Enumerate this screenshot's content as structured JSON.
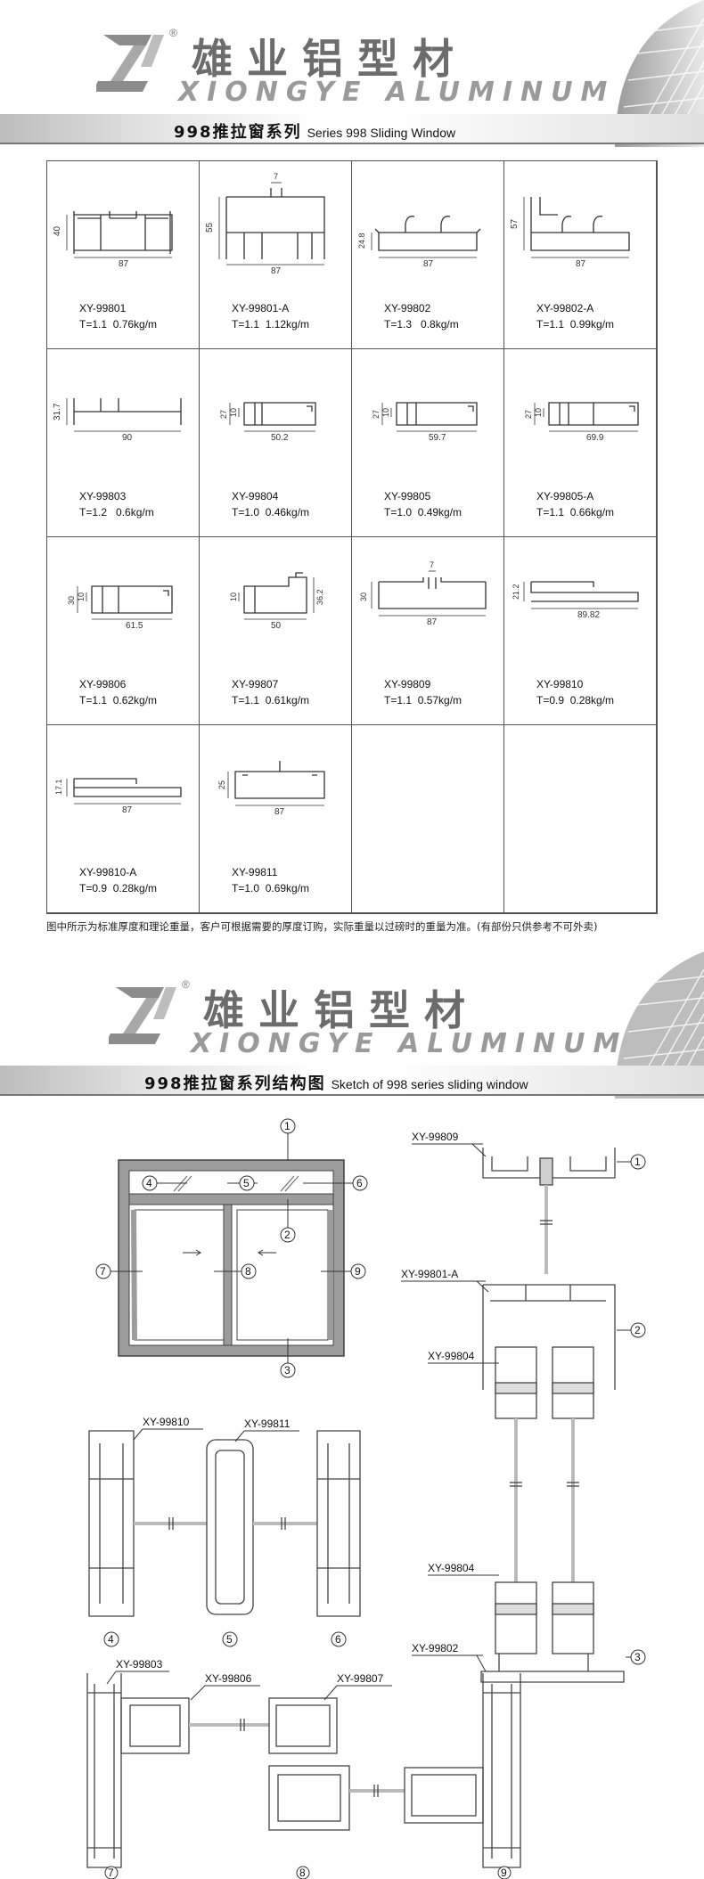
{
  "brand": {
    "cn_name": "雄业铝型材",
    "en_name": "XIONGYE ALUMINUM",
    "reg_mark": "®"
  },
  "section1": {
    "title_cn": "998推拉窗系列",
    "title_en": "Series 998 Sliding Window"
  },
  "profiles": [
    {
      "code": "XY-99801",
      "spec": "T=1.1  0.76kg/m",
      "dims": {
        "w": "87",
        "h": "40"
      }
    },
    {
      "code": "XY-99801-A",
      "spec": "T=1.1  1.12kg/m",
      "dims": {
        "w": "87",
        "h": "55",
        "top": "7"
      }
    },
    {
      "code": "XY-99802",
      "spec": "T=1.3   0.8kg/m",
      "dims": {
        "w": "87",
        "h": "24.8"
      }
    },
    {
      "code": "XY-99802-A",
      "spec": "T=1.1  0.99kg/m",
      "dims": {
        "w": "87",
        "h": "57"
      }
    },
    {
      "code": "XY-99803",
      "spec": "T=1.2   0.6kg/m",
      "dims": {
        "w": "90",
        "h": "31.7"
      }
    },
    {
      "code": "XY-99804",
      "spec": "T=1.0  0.46kg/m",
      "dims": {
        "w": "50.2",
        "h": "27",
        "h2": "10"
      }
    },
    {
      "code": "XY-99805",
      "spec": "T=1.0  0.49kg/m",
      "dims": {
        "w": "59.7",
        "h": "27",
        "h2": "10"
      }
    },
    {
      "code": "XY-99805-A",
      "spec": "T=1.1  0.66kg/m",
      "dims": {
        "w": "69.9",
        "h": "27",
        "h2": "10"
      }
    },
    {
      "code": "XY-99806",
      "spec": "T=1.1  0.62kg/m",
      "dims": {
        "w": "61.5",
        "h": "30",
        "h2": "10"
      }
    },
    {
      "code": "XY-99807",
      "spec": "T=1.1  0.61kg/m",
      "dims": {
        "w": "50",
        "h": "36.2",
        "h2": "10"
      }
    },
    {
      "code": "XY-99809",
      "spec": "T=1.1  0.57kg/m",
      "dims": {
        "w": "87",
        "h": "30",
        "top": "7"
      }
    },
    {
      "code": "XY-99810",
      "spec": "T=0.9  0.28kg/m",
      "dims": {
        "w": "89.82",
        "h": "21.2"
      }
    },
    {
      "code": "XY-99810-A",
      "spec": "T=0.9  0.28kg/m",
      "dims": {
        "w": "87",
        "h": "17.1"
      }
    },
    {
      "code": "XY-99811",
      "spec": "T=1.0  0.69kg/m",
      "dims": {
        "w": "87",
        "h": "25"
      }
    }
  ],
  "footnote": "图中所示为标准厚度和理论重量，客户可根据需要的厚度订购，实际重量以过磅时的重量为准。(有部份只供参考不可外卖)",
  "section2": {
    "title_cn": "998推拉窗系列结构图",
    "title_en": "Sketch of 998 series sliding window"
  },
  "sketch": {
    "callouts": [
      "1",
      "2",
      "3",
      "4",
      "5",
      "6",
      "7",
      "8",
      "9"
    ],
    "labels": {
      "s_top": "XY-99809",
      "s_mid": "XY-99801-A",
      "s_sash1": "XY-99804",
      "s_sash2": "XY-99804",
      "s_bottom": "XY-99802",
      "h_left": "XY-99810",
      "h_mid": "XY-99811",
      "b_left": "XY-99803",
      "b_mid": "XY-99806",
      "b_right": "XY-99807"
    }
  }
}
